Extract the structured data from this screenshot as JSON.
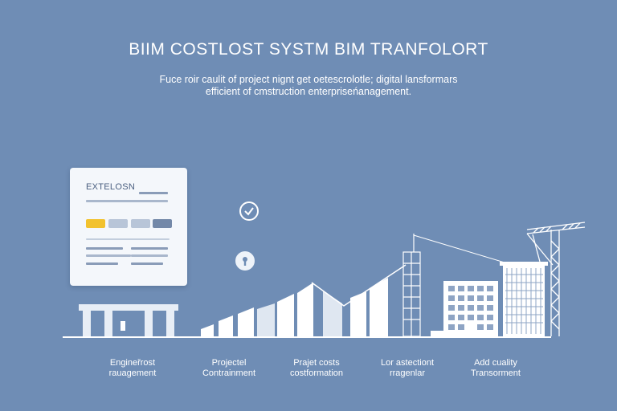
{
  "header": {
    "title": "BIIM COSTLOST SYSTM BIM TRANFOLORT",
    "subtitle_line1": "Fuce roir caulit of project nignt get oetescrolotle; digital lansformars",
    "subtitle_line2": "efficient of cmstruction enterpriseńanagement."
  },
  "card": {
    "title": "EXTELOSN"
  },
  "icons": {
    "check": "check-circle-icon",
    "lock": "keyhole-icon"
  },
  "labels": [
    {
      "line1": "Engineřrost",
      "line2": "rauagement"
    },
    {
      "line1": "Projectel",
      "line2": "Contrainment"
    },
    {
      "line1": "Prajet costs",
      "line2": "costformation"
    },
    {
      "line1": "Lor astectiont",
      "line2": "rragenlar"
    },
    {
      "line1": "Add cuality",
      "line2": "Transorment"
    }
  ],
  "colors": {
    "background": "#6f8db5",
    "foreground": "#ffffff",
    "accent": "#f2c22e"
  }
}
